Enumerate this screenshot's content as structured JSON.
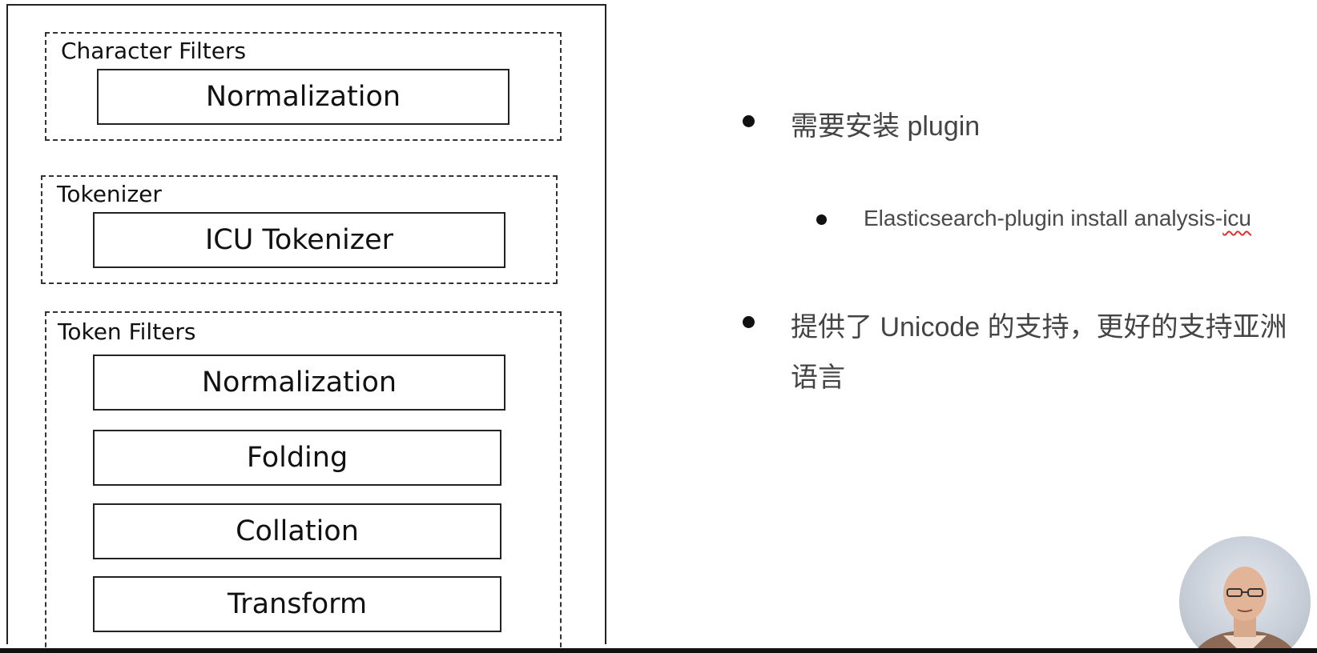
{
  "diagram": {
    "groups": [
      {
        "title": "Character Filters",
        "items": [
          "Normalization"
        ]
      },
      {
        "title": "Tokenizer",
        "items": [
          "ICU Tokenizer"
        ]
      },
      {
        "title": "Token Filters",
        "items": [
          "Normalization",
          "Folding",
          "Collation",
          "Transform"
        ]
      }
    ]
  },
  "bullets": [
    {
      "text": "需要安装 plugin",
      "level": 1
    },
    {
      "text_prefix": "Elasticsearch-plugin install analysis-",
      "text_flagged": "icu",
      "level": 2
    },
    {
      "line1": "提供了 Unicode 的支持，更好的支持亚洲",
      "line2": "语言",
      "level": 1
    }
  ],
  "colors": {
    "frame": "#222222",
    "text": "#111111",
    "bullet_text": "#444444",
    "spellcheck_underline": "#dd3333"
  }
}
